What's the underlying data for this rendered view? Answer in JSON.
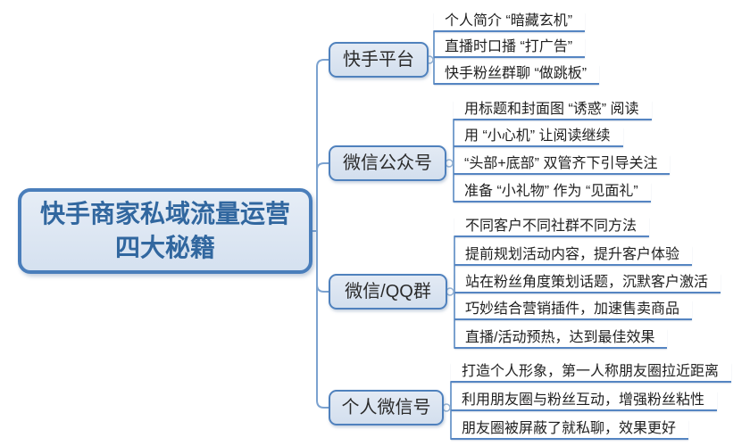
{
  "central": {
    "line1": "快手商家私域流量运营",
    "line2": "四大秘籍"
  },
  "branches": [
    {
      "label": "快手平台",
      "items": [
        "个人简介 “暗藏玄机”",
        "直播时口播 “打广告”",
        "快手粉丝群聊 “做跳板”"
      ]
    },
    {
      "label": "微信公众号",
      "items": [
        "用标题和封面图 “诱惑” 阅读",
        "用 “小心机” 让阅读继续",
        "“头部+底部” 双管齐下引导关注",
        "准备 “小礼物” 作为 “见面礼”"
      ]
    },
    {
      "label": "微信/QQ群",
      "items": [
        "不同客户不同社群不同方法",
        "提前规划活动内容，提升客户体验",
        "站在粉丝角度策划话题，沉默客户激活",
        "巧妙结合营销插件，加速售卖商品",
        "直播/活动预热，达到最佳效果"
      ]
    },
    {
      "label": "个人微信号",
      "items": [
        "打造个人形象，第一人称朋友圈拉近距离",
        "利用朋友圈与粉丝互动，增强粉丝粘性",
        "朋友圈被屏蔽了就私聊，效果更好"
      ]
    }
  ],
  "colors": {
    "node_border": "#4a7ebb",
    "node_fill": "#dbe5f1",
    "connector": "#7ba2d0",
    "underline": "#5585c2",
    "central_text": "#31679f",
    "leaf_text": "#1f1f1f"
  }
}
